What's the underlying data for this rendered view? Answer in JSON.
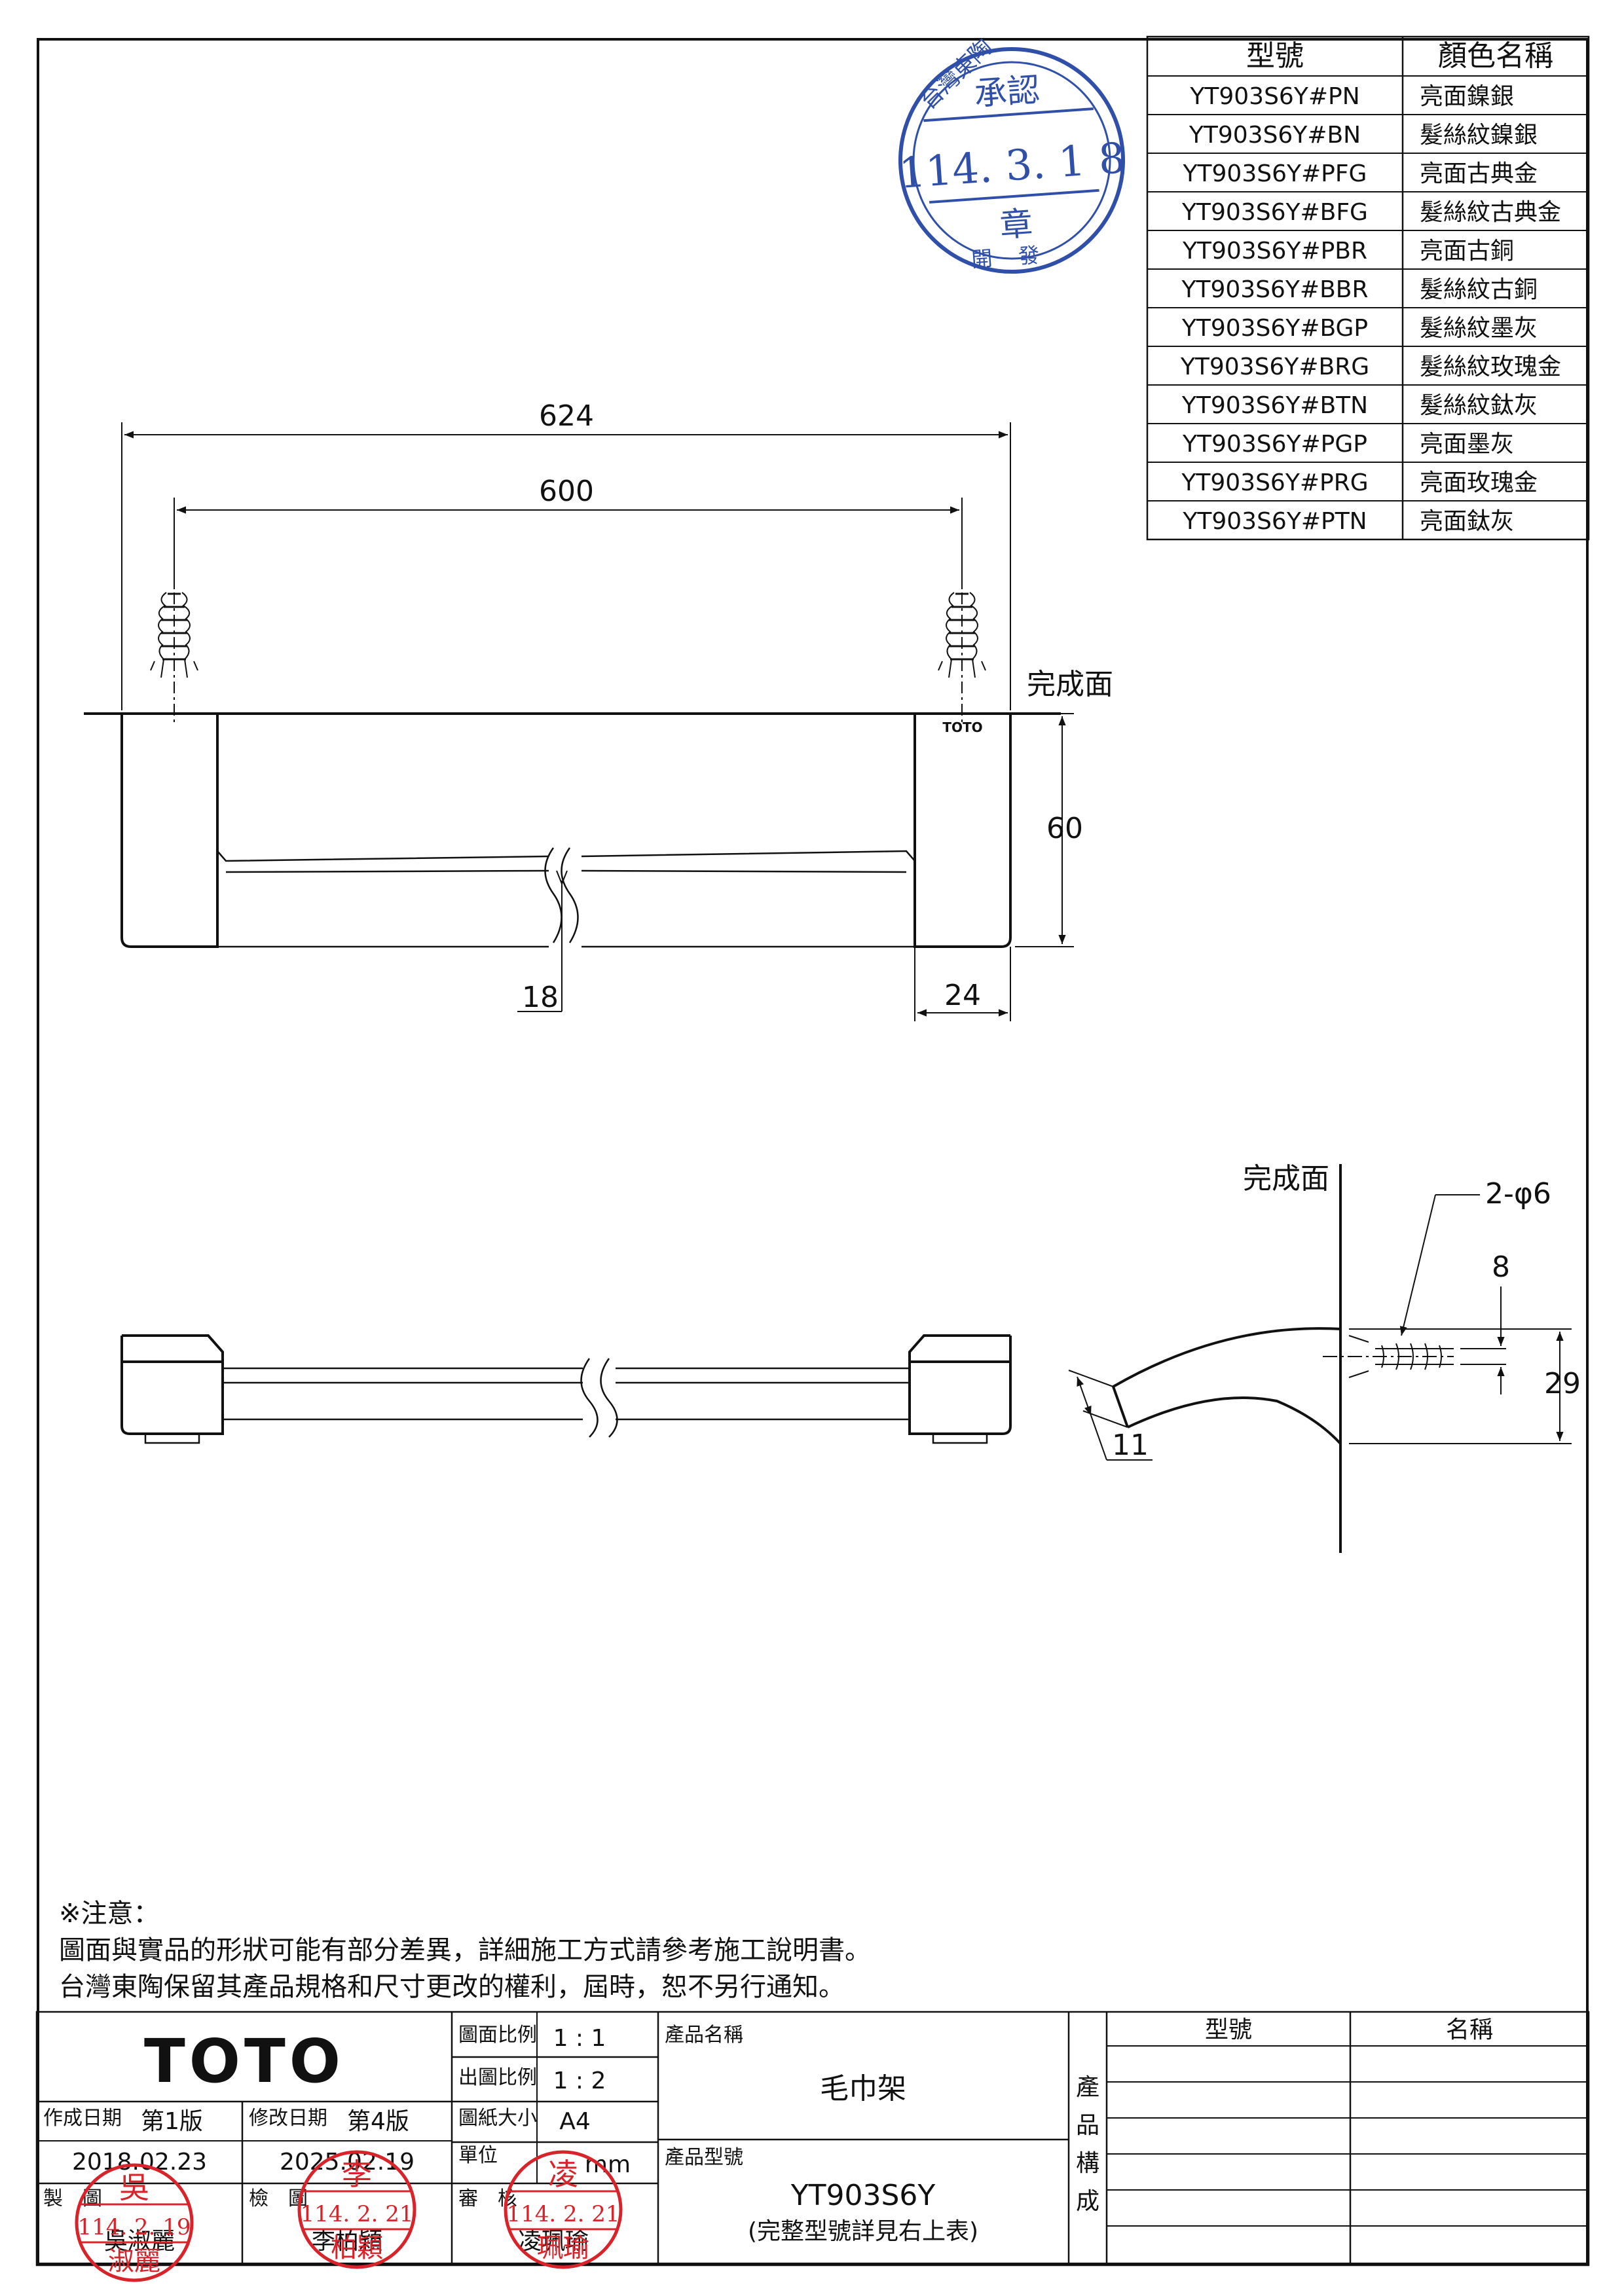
{
  "model_table": {
    "headers": [
      "型號",
      "顏色名稱"
    ],
    "rows": [
      [
        "YT903S6Y#PN",
        "亮面鎳銀"
      ],
      [
        "YT903S6Y#BN",
        "髮絲紋鎳銀"
      ],
      [
        "YT903S6Y#PFG",
        "亮面古典金"
      ],
      [
        "YT903S6Y#BFG",
        "髮絲紋古典金"
      ],
      [
        "YT903S6Y#PBR",
        "亮面古銅"
      ],
      [
        "YT903S6Y#BBR",
        "髮絲紋古銅"
      ],
      [
        "YT903S6Y#BGP",
        "髮絲紋墨灰"
      ],
      [
        "YT903S6Y#BRG",
        "髮絲紋玫瑰金"
      ],
      [
        "YT903S6Y#BTN",
        "髮絲紋鈦灰"
      ],
      [
        "YT903S6Y#PGP",
        "亮面墨灰"
      ],
      [
        "YT903S6Y#PRG",
        "亮面玫瑰金"
      ],
      [
        "YT903S6Y#PTN",
        "亮面鈦灰"
      ]
    ]
  },
  "approval_stamp": {
    "org": "台灣東陶",
    "word1": "承認",
    "date": "114. 3. 1 8",
    "word2": "章",
    "word3": "開發"
  },
  "front_view": {
    "dim_overall": "624",
    "dim_centers": "600",
    "dim_height": "60",
    "dim_bar": "18",
    "dim_bracket": "24",
    "finish_surface": "完成面",
    "brand_mark": "TOTO"
  },
  "side_view": {
    "finish_surface": "完成面",
    "dim_holes": "2-φ6",
    "dim_8": "8",
    "dim_29": "29",
    "dim_11": "11"
  },
  "notes": {
    "title": "※注意：",
    "line1": "圖面與實品的形狀可能有部分差異，詳細施工方式請參考施工說明書。",
    "line2": "台灣東陶保留其產品規格和尺寸更改的權利，屆時，恕不另行通知。"
  },
  "title_block": {
    "logo": "TOTO",
    "created_label": "作成日期",
    "created_edition": "第1版",
    "created_date": "2018.02.23",
    "revised_label": "修改日期",
    "revised_edition": "第4版",
    "revised_date": "2025.02.19",
    "drawn_label": "製　圖",
    "drawn_name": "吳淑麗",
    "checked_label": "檢　圖",
    "checked_name": "李柏穎",
    "approved_label": "審　核",
    "approved_name": "凌珮瑜",
    "scale_label": "圖面比例",
    "scale_value": "1 : 1",
    "print_scale_label": "出圖比例",
    "print_scale_value": "1 : 2",
    "paper_label": "圖紙大小",
    "paper_value": "A4",
    "unit_label": "單位",
    "unit_value": "mm",
    "product_name_label": "產品名稱",
    "product_name": "毛巾架",
    "product_model_label": "產品型號",
    "product_model": "YT903S6Y",
    "product_model_note": "(完整型號詳見右上表)",
    "composition_label": "產品構成",
    "comp_col1": "型號",
    "comp_col2": "名稱"
  },
  "signature_stamps": {
    "drawn": {
      "surname": "吳",
      "date": "114. 2. 19",
      "given": "淑麗"
    },
    "checked": {
      "surname": "李",
      "date": "114. 2. 21",
      "given": "柏穎"
    },
    "approved": {
      "surname": "凌",
      "date": "114. 2. 21",
      "given": "珮瑜"
    }
  }
}
